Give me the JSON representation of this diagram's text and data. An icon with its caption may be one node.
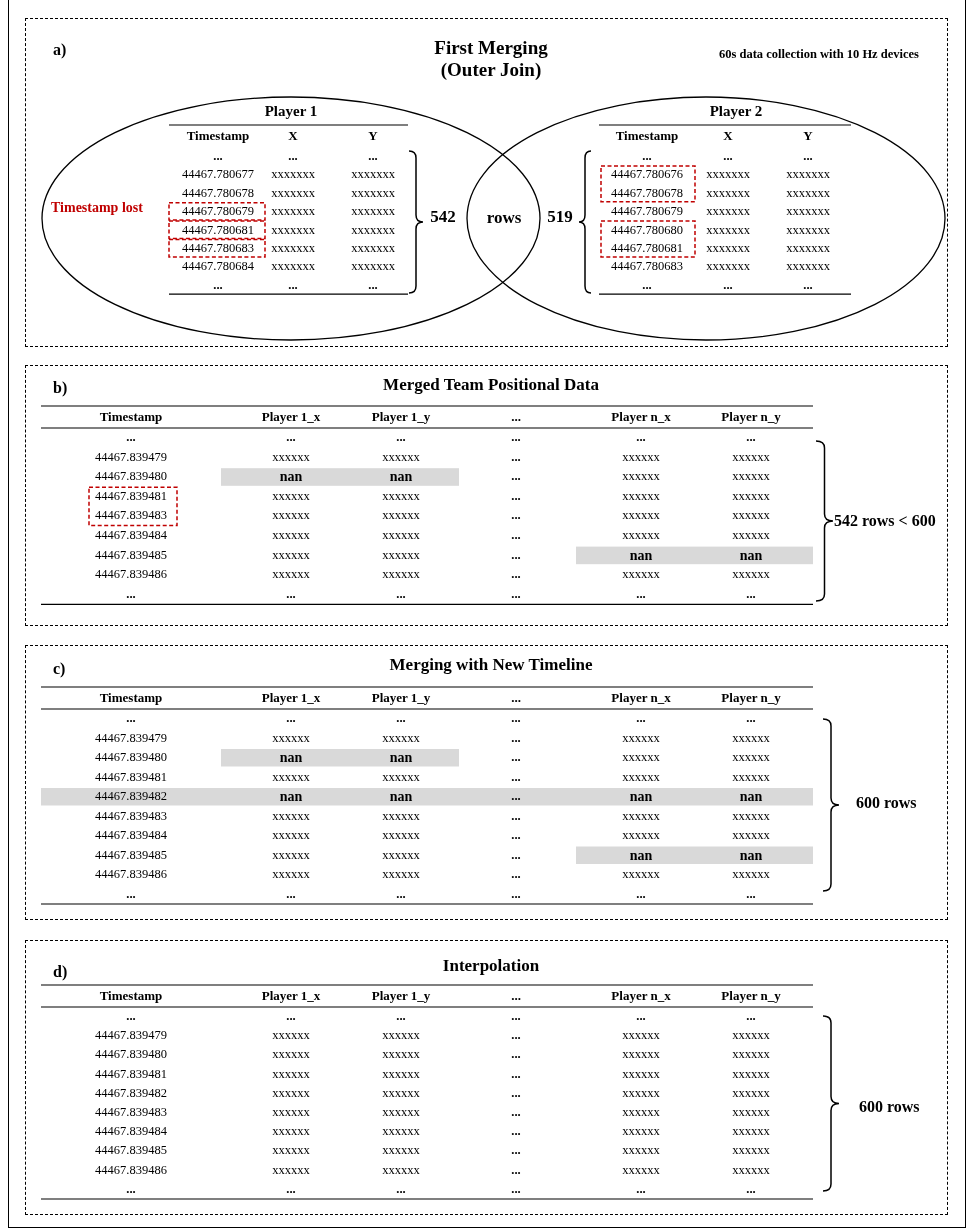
{
  "diagram": {
    "nodes": [
      {
        "text": [
          "a)",
          "First Merging (Outer Join)",
          "60s data collection with 10 Hz devices"
        ]
      },
      {
        "text": [
          "Player 1",
          "Timestamp",
          "X",
          "Y",
          "...",
          "...",
          "...",
          "44467.780677",
          "xxxxxxx",
          "xxxxxxx",
          "44467.780678",
          "xxxxxxx",
          "xxxxxxx",
          "44467.780679",
          "xxxxxxx",
          "xxxxxxx",
          "44467.780681",
          "xxxxxxx",
          "xxxxxxx",
          "44467.780683",
          "xxxxxxx",
          "xxxxxxx",
          "44467.780684",
          "xxxxxxx",
          "xxxxxxx",
          "...",
          "...",
          "...",
          "Timestamp lost",
          "542"
        ],
        "in": 0
      },
      {
        "text": [
          "Player 2",
          "Timestamp",
          "X",
          "Y",
          "...",
          "...",
          "...",
          "44467.780676",
          "xxxxxxx",
          "xxxxxxx",
          "44467.780678",
          "xxxxxxx",
          "xxxxxxx",
          "44467.780679",
          "xxxxxxx",
          "xxxxxxx",
          "44467.780680",
          "xxxxxxx",
          "xxxxxxx",
          "44467.780681",
          "xxxxxxx",
          "xxxxxxx",
          "44467.780683",
          "xxxxxxx",
          "xxxxxxx",
          "...",
          "...",
          "...",
          "519"
        ],
        "in": 0
      },
      {
        "text": [
          "rows"
        ]
      },
      {
        "text": [
          "b)",
          "Merged Team Positional Data",
          "Timestamp",
          "Player 1_x",
          "Player 1_y",
          "...",
          "Player n_x",
          "Player n_y",
          "...",
          "...",
          "...",
          "...",
          "...",
          "...",
          "44467.839479",
          "xxxxxx",
          "xxxxxx",
          "...",
          "xxxxxx",
          "xxxxxx",
          "44467.839480",
          "nan",
          "nan",
          "...",
          "xxxxxx",
          "xxxxxx",
          "44467.839481",
          "xxxxxx",
          "xxxxxx",
          "...",
          "xxxxxx",
          "xxxxxx",
          "44467.839483",
          "xxxxxx",
          "xxxxxx",
          "...",
          "xxxxxx",
          "xxxxxx",
          "44467.839484",
          "xxxxxx",
          "xxxxxx",
          "...",
          "xxxxxx",
          "xxxxxx",
          "44467.839485",
          "xxxxxx",
          "xxxxxx",
          "...",
          "nan",
          "nan",
          "44467.839486",
          "xxxxxx",
          "xxxxxx",
          "...",
          "xxxxxx",
          "xxxxxx",
          "...",
          "...",
          "...",
          "...",
          "...",
          "...",
          "542 rows < 600"
        ]
      },
      {
        "text": [
          "c)",
          "Merging with New Timeline",
          "Timestamp",
          "Player 1_x",
          "Player 1_y",
          "...",
          "Player n_x",
          "Player n_y",
          "...",
          "...",
          "...",
          "...",
          "...",
          "...",
          "44467.839479",
          "xxxxxx",
          "xxxxxx",
          "...",
          "xxxxxx",
          "xxxxxx",
          "44467.839480",
          "nan",
          "nan",
          "...",
          "xxxxxx",
          "xxxxxx",
          "44467.839481",
          "xxxxxx",
          "xxxxxx",
          "...",
          "xxxxxx",
          "xxxxxx",
          "44467.839482",
          "nan",
          "nan",
          "...",
          "nan",
          "nan",
          "44467.839483",
          "xxxxxx",
          "xxxxxx",
          "...",
          "xxxxxx",
          "xxxxxx",
          "44467.839484",
          "xxxxxx",
          "xxxxxx",
          "...",
          "xxxxxx",
          "xxxxxx",
          "44467.839485",
          "xxxxxx",
          "xxxxxx",
          "...",
          "nan",
          "nan",
          "44467.839486",
          "xxxxxx",
          "xxxxxx",
          "...",
          "xxxxxx",
          "xxxxxx",
          "...",
          "...",
          "...",
          "...",
          "...",
          "...",
          "600 rows"
        ]
      },
      {
        "text": [
          "d)",
          "Interpolation",
          "Timestamp",
          "Player 1_x",
          "Player 1_y",
          "...",
          "Player n_x",
          "Player n_y",
          "...",
          "...",
          "...",
          "...",
          "...",
          "...",
          "44467.839479",
          "xxxxxx",
          "xxxxxx",
          "...",
          "xxxxxx",
          "xxxxxx",
          "44467.839480",
          "xxxxxx",
          "xxxxxx",
          "...",
          "xxxxxx",
          "xxxxxx",
          "44467.839481",
          "xxxxxx",
          "xxxxxx",
          "...",
          "xxxxxx",
          "xxxxxx",
          "44467.839482",
          "xxxxxx",
          "xxxxxx",
          "...",
          "xxxxxx",
          "xxxxxx",
          "44467.839483",
          "xxxxxx",
          "xxxxxx",
          "...",
          "xxxxxx",
          "xxxxxx",
          "44467.839484",
          "xxxxxx",
          "xxxxxx",
          "...",
          "xxxxxx",
          "xxxxxx",
          "44467.839485",
          "xxxxxx",
          "xxxxxx",
          "...",
          "xxxxxx",
          "xxxxxx",
          "44467.839486",
          "xxxxxx",
          "xxxxxx",
          "...",
          "xxxxxx",
          "xxxxxx",
          "...",
          "...",
          "...",
          "...",
          "...",
          "...",
          "600 rows"
        ]
      }
    ]
  }
}
